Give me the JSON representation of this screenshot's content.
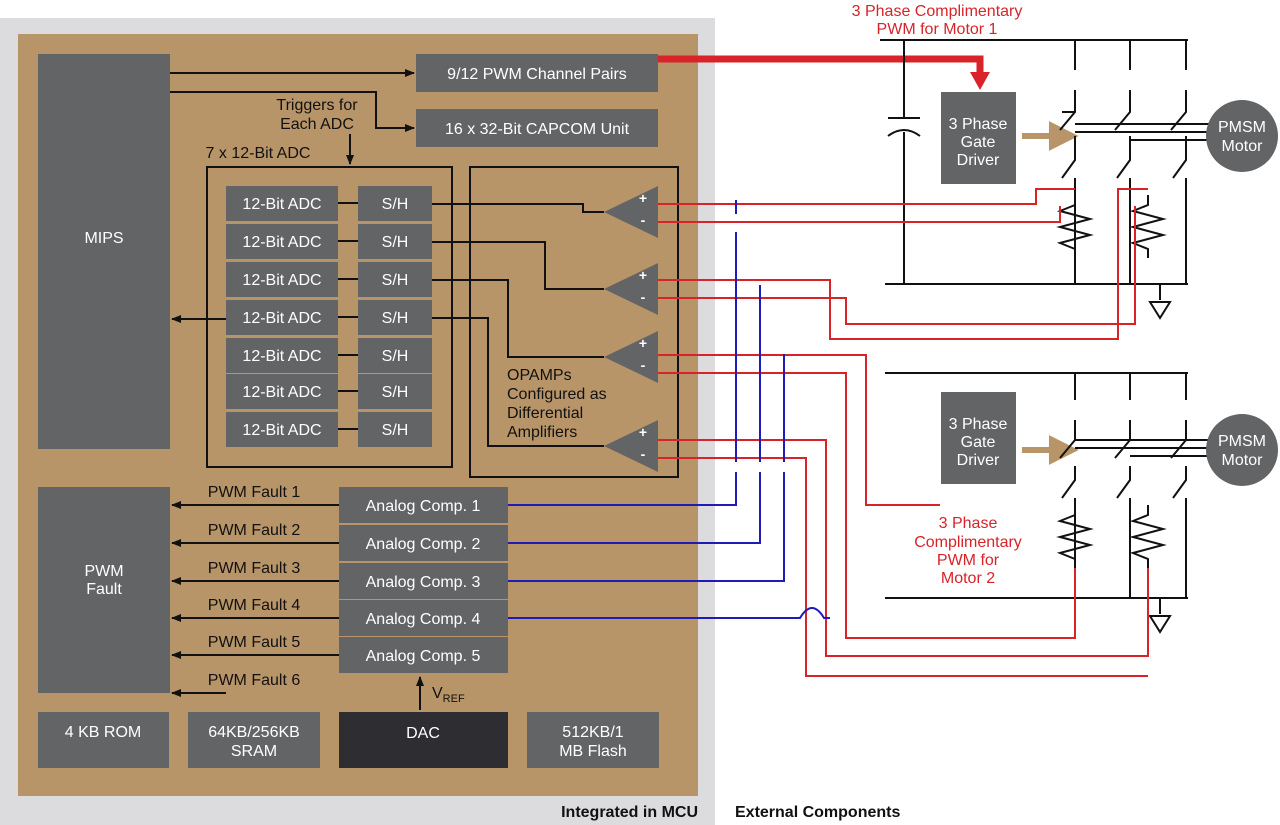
{
  "colors": {
    "mcu_background": "#dcdcde",
    "board": "#b89568",
    "block": "#636466",
    "dac": "#2d2d32",
    "red_wire": "#d8232a",
    "blue_wire": "#1f1ab8",
    "arrow_tan": "#b89568"
  },
  "mcu": {
    "mips": "MIPS",
    "pwm_pairs": "9/12 PWM Channel Pairs",
    "capcom": "16 x 32-Bit CAPCOM Unit",
    "triggers_line1": "Triggers for",
    "triggers_line2": "Each ADC",
    "adc_group_label": "7 x 12-Bit ADC",
    "adc_label": "12-Bit ADC",
    "sh_label": "S/H",
    "opamp_line1": "OPAMPs",
    "opamp_line2": "Configured as",
    "opamp_line3": "Differential",
    "opamp_line4": "Amplifiers",
    "plus": "+",
    "minus": "-",
    "pwm_fault_line1": "PWM",
    "pwm_fault_line2": "Fault",
    "faults": [
      "PWM Fault 1",
      "PWM Fault 2",
      "PWM Fault 3",
      "PWM Fault 4",
      "PWM Fault 5",
      "PWM Fault 6"
    ],
    "comparators": [
      "Analog Comp. 1",
      "Analog Comp. 2",
      "Analog Comp. 3",
      "Analog Comp. 4",
      "Analog Comp. 5"
    ],
    "vref_main": "V",
    "vref_sub": "REF",
    "rom": "4 KB ROM",
    "sram_line1": "64KB/256KB",
    "sram_line2": "SRAM",
    "dac": "DAC",
    "flash_line1": "512KB/1",
    "flash_line2": "MB Flash",
    "footer": "Integrated in MCU"
  },
  "external": {
    "footer": "External Components",
    "pwm_motor1_line1": "3 Phase Complimentary",
    "pwm_motor1_line2": "PWM for Motor 1",
    "gate_driver_line1": "3 Phase",
    "gate_driver_line2": "Gate",
    "gate_driver_line3": "Driver",
    "motor_line1": "PMSM",
    "motor_line2": "Motor",
    "pwm_motor2_line1": "3 Phase",
    "pwm_motor2_line2": "Complimentary",
    "pwm_motor2_line3": "PWM for",
    "pwm_motor2_line4": "Motor 2"
  }
}
